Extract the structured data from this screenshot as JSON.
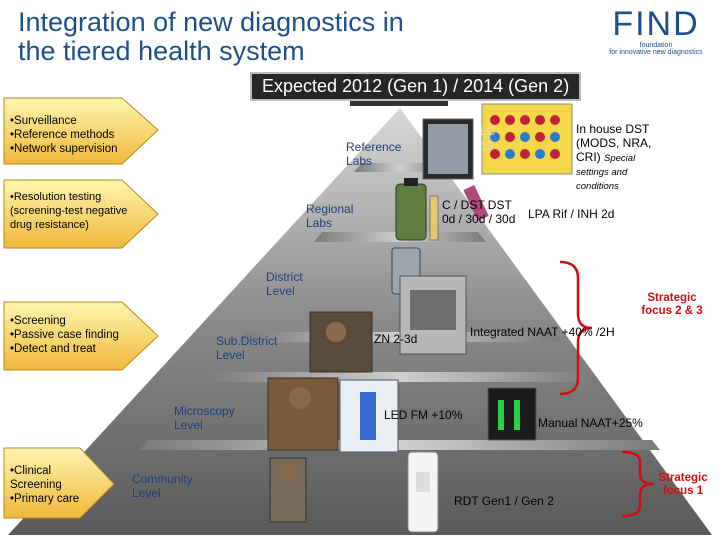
{
  "header": {
    "title_line1": "Integration of new diagnostics in",
    "title_line2": "the tiered health system",
    "subtitle": "Expected 2012 (Gen 1) / 2014 (Gen 2)"
  },
  "logo": {
    "name": "FIND",
    "tagline_line1": "foundation",
    "tagline_line2": "for innovative new diagnostics"
  },
  "arrows": [
    {
      "lines": [
        "•Surveillance",
        "•Reference methods",
        "•Network supervision"
      ]
    },
    {
      "lines": [
        "•Resolution testing",
        "(screening-test negative",
        "drug resistance)"
      ]
    },
    {
      "lines": [
        "•Screening",
        "•Passive case finding",
        "•Detect and treat"
      ]
    },
    {
      "lines": [
        "•Clinical",
        "Screening",
        "•Primary care"
      ]
    }
  ],
  "levels": {
    "reference": [
      "Reference",
      "Labs"
    ],
    "regional": [
      "Regional",
      "Labs"
    ],
    "district": [
      "District",
      "Level"
    ],
    "subdistrict": [
      "Sub.District",
      "Level"
    ],
    "microscopy": [
      "Microscopy",
      "Level"
    ],
    "community": [
      "Community",
      "Level"
    ]
  },
  "technologies": {
    "lc_partial_1": "LC",
    "lc_partial_2": "15",
    "inhouse_line1": "In house DST",
    "inhouse_line2": "(MODS, NRA,",
    "inhouse_line3": "CRI)",
    "inhouse_special": "Special",
    "inhouse_settings_1": "settings and",
    "inhouse_settings_2": "conditions",
    "lc_dst_1": "C / DST DST",
    "lc_dst_2": "0d / 30d / 30d",
    "lpa": "LPA Rif / INH 2d",
    "zn": "ZN 2-3d",
    "integrated_naat": "Integrated NAAT +40% /2H",
    "led_fm": "LED FM +10%",
    "manual_naat": "Manual NAAT+25%",
    "rdt": "RDT Gen1 / Gen 2"
  },
  "focus": {
    "strategic_2_3_line1": "Strategic",
    "strategic_2_3_line2": "focus 2 & 3",
    "strategic_1_line1": "Strategic",
    "strategic_1_line2": "focus 1"
  },
  "colors": {
    "title": "#1f4e8c",
    "arrow_fill_top": "#fff6b0",
    "arrow_fill_bottom": "#f0b83a",
    "focus_red": "#d01010",
    "logo_blue": "#1f4e8c",
    "logo_red": "#d01010"
  }
}
